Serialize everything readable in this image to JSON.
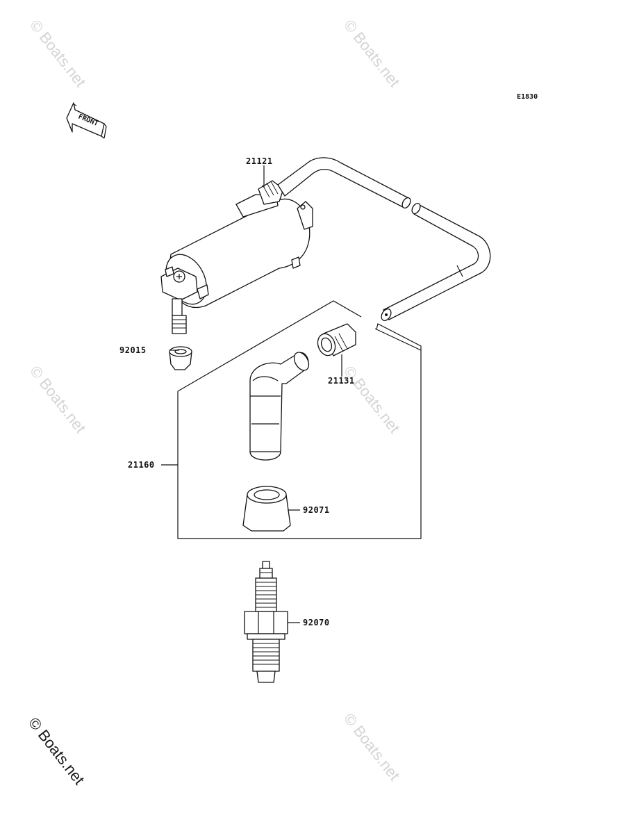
{
  "diagram_code": "E1830",
  "front_label": "FRONT",
  "watermarks": {
    "faint": "© Boats.net",
    "corner": "© Boats.net"
  },
  "parts": {
    "ignition_coil": "21121",
    "grommet": "92015",
    "cap_nut": "21131",
    "plug_cap": "21160",
    "seal": "92071",
    "spark_plug": "92070"
  }
}
